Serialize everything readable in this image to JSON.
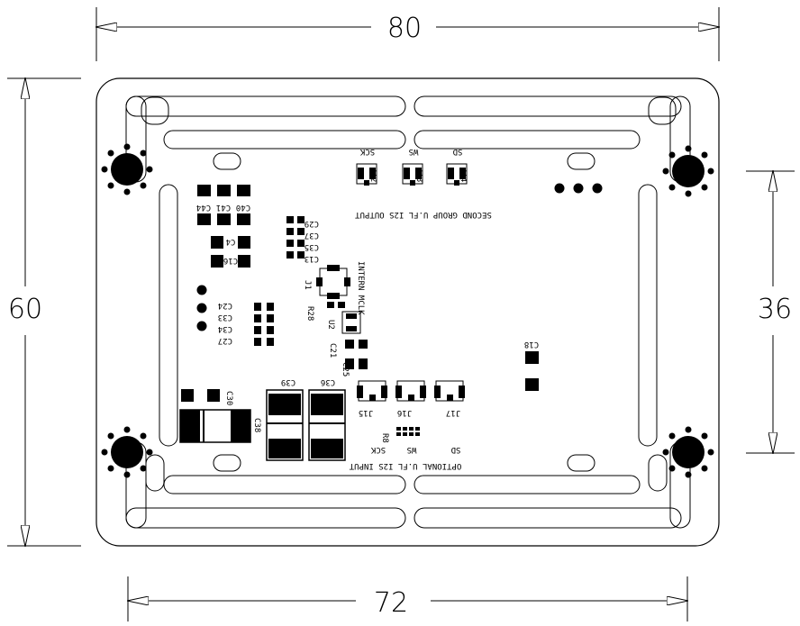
{
  "dimensions": {
    "top_width": "80",
    "bottom_width": "72",
    "left_height": "60",
    "right_height": "36"
  },
  "sections": {
    "second_group_title": "SECOND GROUP U.FL I2S OUTPUT",
    "optional_input_title": "OPTIONAL U.FL I2S INPUT",
    "top_labels": [
      "SCK",
      "WS",
      "SD"
    ],
    "bottom_labels": [
      "SCK",
      "WS",
      "SD"
    ],
    "intern_mclk": "INTERN MCLK"
  },
  "components": {
    "output_connectors": [
      "J12",
      "J13",
      "J14"
    ],
    "input_connectors": [
      "J15",
      "J16",
      "J17"
    ],
    "cap_row_top": [
      "C44",
      "C41",
      "C40"
    ],
    "caps_right_column": [
      "C29",
      "C37",
      "C35",
      "C13"
    ],
    "caps_pair": [
      "C4",
      "C16"
    ],
    "caps_left_column": [
      "C24",
      "C33",
      "C34",
      "C27"
    ],
    "j1": "J1",
    "r28": "R28",
    "u2": "U2",
    "c21": "C21",
    "c25": "C25",
    "c18": "C18",
    "c30": "C30",
    "c39": "C39",
    "c36": "C36",
    "c38": "C38",
    "r8": "R8"
  },
  "colors": {
    "ink": "#000000",
    "board_fill": "#ffffff"
  }
}
